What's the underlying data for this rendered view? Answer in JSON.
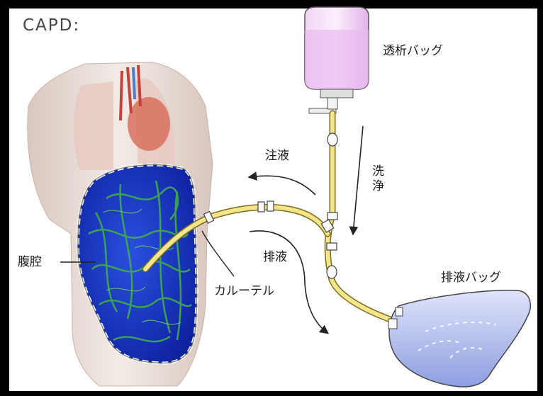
{
  "title": "CAPD:",
  "labels": {
    "dialysis_bag": "透析バッグ",
    "infusion": "注液",
    "flush": "洗浄",
    "peritoneal_cavity": "腹腔",
    "drainage": "排液",
    "catheter": "カルーテル",
    "drain_bag": "排液バッグ"
  },
  "colors": {
    "background": "#ffffff",
    "frame": "#000000",
    "dialysis_fluid": "#e9b8f0",
    "cavity_fill": "#1a3cc8",
    "cavity_veins": "#3fae44",
    "tube": "#f2e58a",
    "tube_outline": "#8a7a2a",
    "drain_bag": "#b9c3ee",
    "body_skin": "#efe4de"
  }
}
